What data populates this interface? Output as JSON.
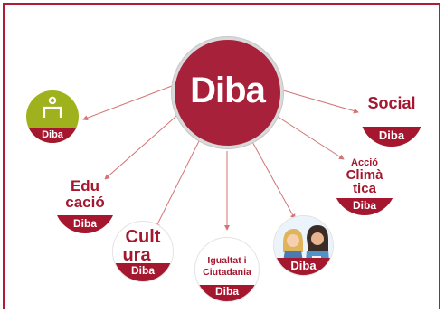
{
  "center": {
    "label": "Diba"
  },
  "nodes": {
    "top_left": {
      "band": "Diba",
      "icon": "person-icon",
      "color": "#9fb21e"
    },
    "educacio": {
      "title_line1": "Edu",
      "title_line2": "cació",
      "band": "Diba"
    },
    "cultura": {
      "title_line1": "Cult",
      "title_line2": "ura",
      "band": "Diba"
    },
    "igualtat": {
      "title_line1": "Igualtat i",
      "title_line2": "Ciutadania",
      "band": "Diba"
    },
    "illustration": {
      "band": "Diba",
      "icon": "illustration-icon"
    },
    "accio": {
      "title_line1": "Acció",
      "title_line2": "Climà",
      "title_line3": "tica",
      "band": "Diba"
    },
    "social": {
      "title": "Social",
      "band": "Diba"
    }
  },
  "colors": {
    "brand": "#a4172e",
    "arrow": "#d47474",
    "frame": "#b21c33"
  }
}
